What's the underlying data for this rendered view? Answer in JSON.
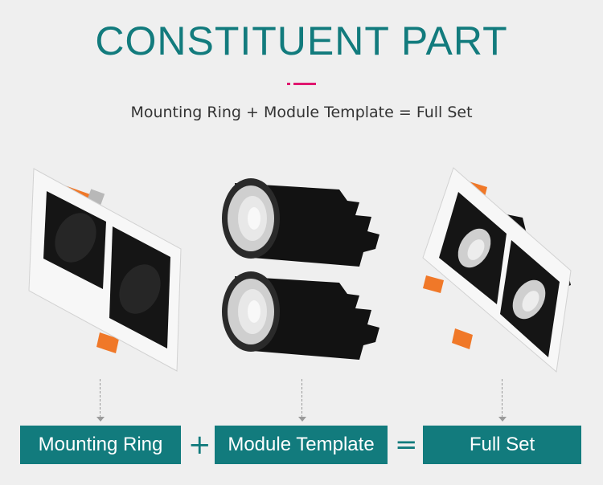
{
  "header": {
    "title": "CONSTITUENT PART",
    "subtitle": "Mounting Ring + Module Template = Full Set"
  },
  "colors": {
    "accent_teal": "#127b7d",
    "accent_pink": "#e0176f",
    "background": "#efefef"
  },
  "products": [
    {
      "name": "mounting-ring-image"
    },
    {
      "name": "module-template-image"
    },
    {
      "name": "full-set-image"
    }
  ],
  "equation": {
    "part1": "Mounting Ring",
    "plus": "+",
    "part2": "Module Template",
    "equals": "=",
    "result": "Full Set"
  }
}
